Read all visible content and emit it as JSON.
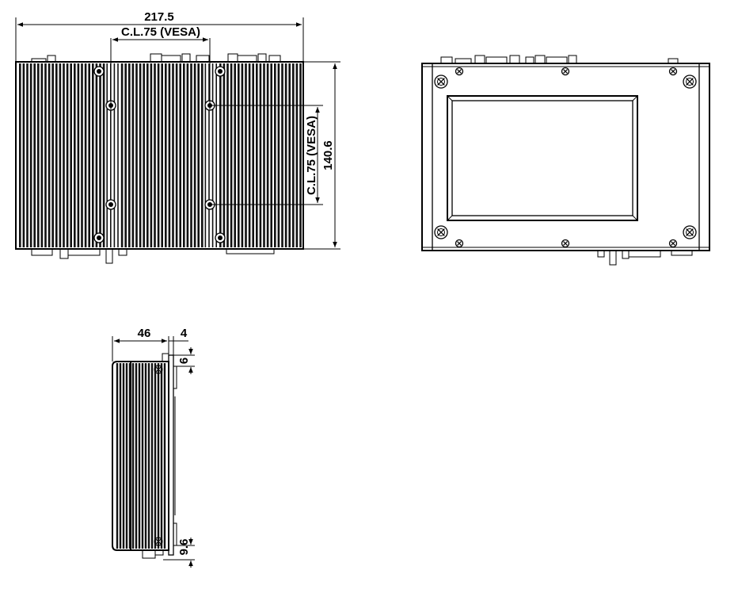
{
  "dimensions": {
    "overall_width": "217.5",
    "vesa_horizontal": "C.L.75 (VESA)",
    "vesa_vertical": "C.L.75 (VESA)",
    "overall_height": "140.6",
    "depth": "46",
    "panel_offset": "4",
    "top_offset": "6",
    "bottom_offset": "9.6"
  }
}
